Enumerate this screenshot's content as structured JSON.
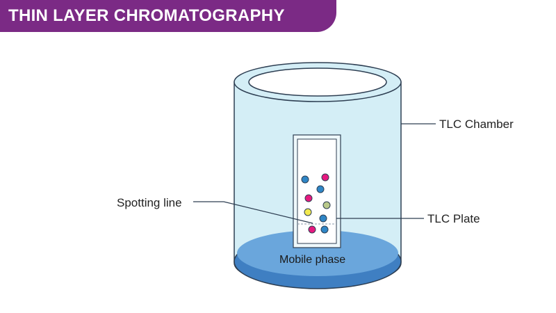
{
  "banner": {
    "title": "THIN LAYER CHROMATOGRAPHY"
  },
  "labels": {
    "chamber": "TLC Chamber",
    "plate": "TLC Plate",
    "spotting_line": "Spotting line",
    "mobile_phase": "Mobile phase"
  },
  "colors": {
    "banner": "#7b2a85",
    "chamber_fill": "#d4eef6",
    "chamber_outline": "#2d3e52",
    "mobile_phase": "#5b9bd5",
    "spot_blue": "#2f86c6",
    "spot_magenta": "#e6197f",
    "spot_yellow": "#f2e94e",
    "spot_olive": "#b9c98a"
  },
  "spots": [
    {
      "color": "blue"
    },
    {
      "color": "magenta"
    },
    {
      "color": "blue"
    },
    {
      "color": "magenta"
    },
    {
      "color": "olive"
    },
    {
      "color": "yellow"
    },
    {
      "color": "blue"
    },
    {
      "color": "magenta"
    },
    {
      "color": "blue"
    }
  ]
}
